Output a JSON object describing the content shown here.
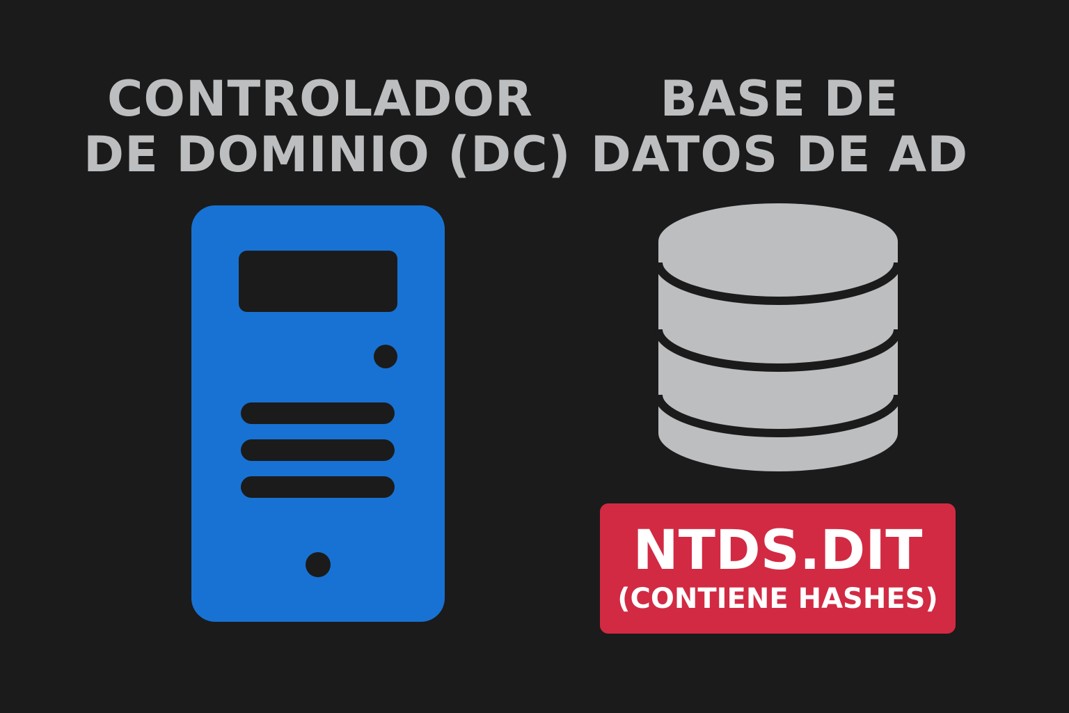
{
  "left_panel": {
    "title_line1": "CONTROLADOR",
    "title_line2": "DE DOMINIO (DC)",
    "icon": "server-icon",
    "icon_color": "#1872d3"
  },
  "right_panel": {
    "title_line1": "BASE DE",
    "title_line2": "DATOS DE AD",
    "icon": "database-icon",
    "icon_color": "#bcbec0",
    "badge": {
      "main": "NTDS.DIT",
      "sub": "(CONTIENE HASHES)",
      "color": "#d22a43"
    }
  },
  "colors": {
    "background": "#1b1b1b",
    "heading_text": "#bcbec0",
    "badge_text": "#ffffff"
  }
}
